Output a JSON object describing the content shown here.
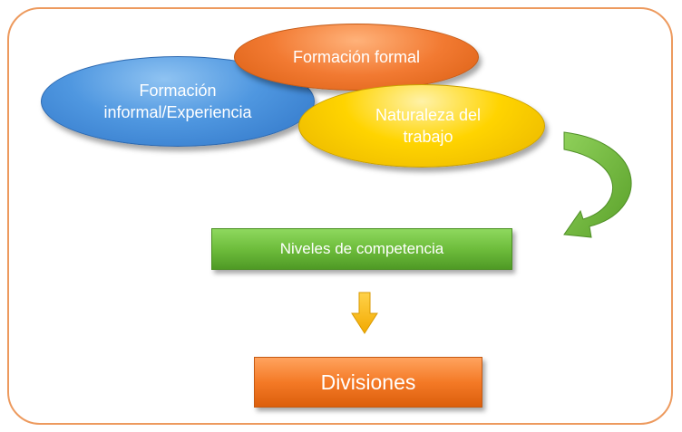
{
  "nodes": {
    "informal": "Formación informal/Experiencia",
    "formal": "Formación formal",
    "naturaleza": "Naturaleza del trabajo",
    "niveles": "Niveles de competencia",
    "divisiones": "Divisiones"
  },
  "colors": {
    "frame": "#ed9a5e",
    "blue": "#4f97e0",
    "orange": "#f27a32",
    "yellow": "#ffd400",
    "green": "#6ebd3c",
    "down_arrow": "#f5b400"
  }
}
